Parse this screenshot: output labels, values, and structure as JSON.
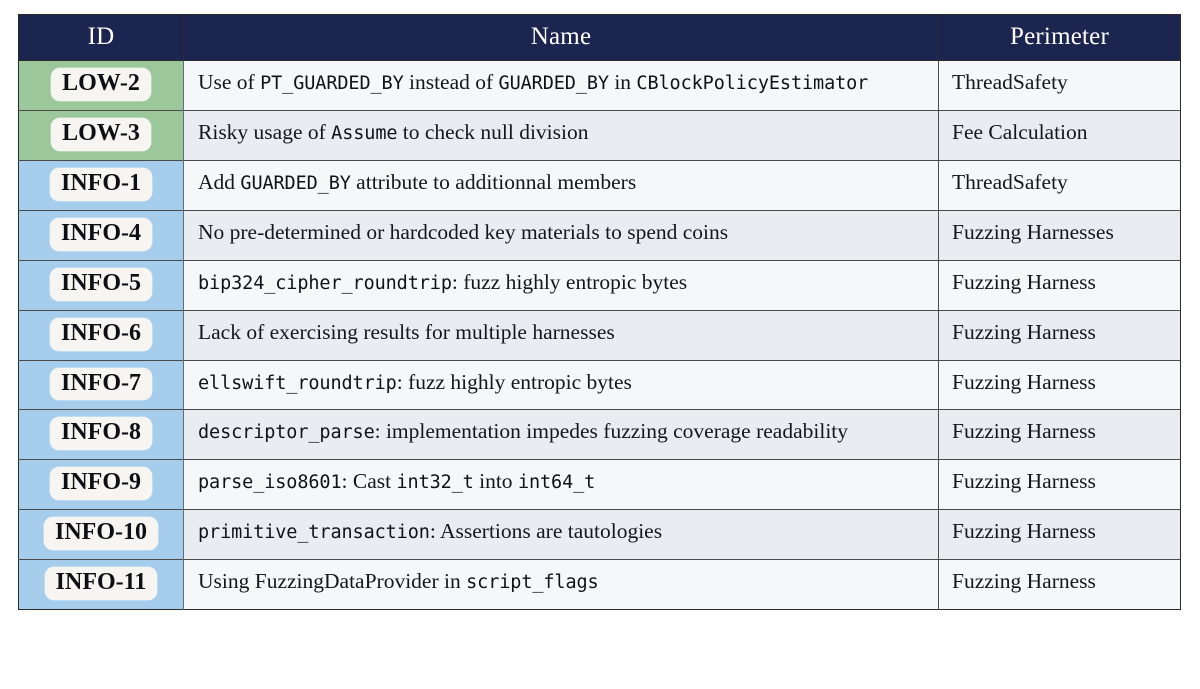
{
  "table": {
    "columns": [
      {
        "key": "id",
        "label": "ID",
        "align": "center"
      },
      {
        "key": "name",
        "label": "Name",
        "align": "center"
      },
      {
        "key": "perimeter",
        "label": "Perimeter",
        "align": "center"
      }
    ],
    "severity_colors": {
      "low": "#9bc79b",
      "info": "#a6cdec",
      "header_bg": "#1c2450",
      "header_fg": "#ffffff",
      "badge_bg": "#f6f5f1",
      "row_band_a": "#f6f7f8",
      "row_band_b": "#e9edf1"
    },
    "rows": [
      {
        "id": "LOW-2",
        "severity": "low",
        "name_plain": "Use of PT_GUARDED_BY instead of GUARDED_BY in CBlockPolicyEstimator",
        "name_parts": [
          {
            "text": "Use of ",
            "style": "serif"
          },
          {
            "text": "PT_GUARDED_BY",
            "style": "mono"
          },
          {
            "text": " instead of ",
            "style": "serif"
          },
          {
            "text": "GUARDED_BY",
            "style": "mono"
          },
          {
            "text": " in ",
            "style": "serif"
          },
          {
            "text": "CBlockPolicyEstimator",
            "style": "mono"
          }
        ],
        "perimeter": "ThreadSafety",
        "multiline": true
      },
      {
        "id": "LOW-3",
        "severity": "low",
        "name_plain": "Risky usage of Assume to check null division",
        "name_parts": [
          {
            "text": "Risky usage of ",
            "style": "serif"
          },
          {
            "text": "Assume",
            "style": "mono"
          },
          {
            "text": " to check null division",
            "style": "serif"
          }
        ],
        "perimeter": "Fee Calculation",
        "multiline": false
      },
      {
        "id": "INFO-1",
        "severity": "info",
        "name_plain": "Add GUARDED_BY attribute to additionnal members",
        "name_parts": [
          {
            "text": "Add ",
            "style": "serif"
          },
          {
            "text": "GUARDED_BY",
            "style": "mono"
          },
          {
            "text": " attribute to additionnal members",
            "style": "serif"
          }
        ],
        "perimeter": "ThreadSafety",
        "multiline": false
      },
      {
        "id": "INFO-4",
        "severity": "info",
        "name_plain": "No pre-determined or hardcoded key materials to spend coins",
        "name_parts": [
          {
            "text": "No pre-determined or hardcoded key materials to spend coins",
            "style": "serif"
          }
        ],
        "perimeter": "Fuzzing Harnesses",
        "multiline": true
      },
      {
        "id": "INFO-5",
        "severity": "info",
        "name_plain": "bip324_cipher_roundtrip: fuzz highly entropic bytes",
        "name_parts": [
          {
            "text": "bip324_cipher_roundtrip",
            "style": "mono"
          },
          {
            "text": ": fuzz highly entropic bytes",
            "style": "serif"
          }
        ],
        "perimeter": "Fuzzing Harness",
        "multiline": false
      },
      {
        "id": "INFO-6",
        "severity": "info",
        "name_plain": "Lack of exercising results for multiple harnesses",
        "name_parts": [
          {
            "text": "Lack of exercising results for multiple harnesses",
            "style": "serif"
          }
        ],
        "perimeter": "Fuzzing Harness",
        "multiline": false
      },
      {
        "id": "INFO-7",
        "severity": "info",
        "name_plain": "ellswift_roundtrip: fuzz highly entropic bytes",
        "name_parts": [
          {
            "text": "ellswift_roundtrip",
            "style": "mono"
          },
          {
            "text": ": fuzz highly entropic bytes",
            "style": "serif"
          }
        ],
        "perimeter": "Fuzzing Harness",
        "multiline": false
      },
      {
        "id": "INFO-8",
        "severity": "info",
        "name_plain": "descriptor_parse: implementation impedes fuzzing coverage readability",
        "name_parts": [
          {
            "text": "descriptor_parse",
            "style": "mono"
          },
          {
            "text": ": implementation impedes fuzzing coverage readability",
            "style": "serif"
          }
        ],
        "perimeter": "Fuzzing Harness",
        "multiline": true
      },
      {
        "id": "INFO-9",
        "severity": "info",
        "name_plain": "parse_iso8601: Cast int32_t into int64_t",
        "name_parts": [
          {
            "text": "parse_iso8601",
            "style": "mono"
          },
          {
            "text": ": Cast ",
            "style": "serif"
          },
          {
            "text": "int32_t",
            "style": "mono"
          },
          {
            "text": " into ",
            "style": "serif"
          },
          {
            "text": "int64_t",
            "style": "mono"
          }
        ],
        "perimeter": "Fuzzing Harness",
        "multiline": false
      },
      {
        "id": "INFO-10",
        "severity": "info",
        "name_plain": "primitive_transaction: Assertions are tautologies",
        "name_parts": [
          {
            "text": "primitive_transaction",
            "style": "mono"
          },
          {
            "text": ": Assertions are tautologies",
            "style": "serif"
          }
        ],
        "perimeter": "Fuzzing Harness",
        "multiline": false
      },
      {
        "id": "INFO-11",
        "severity": "info",
        "name_plain": "Using FuzzingDataProvider in script_flags",
        "name_parts": [
          {
            "text": "Using FuzzingDataProvider in ",
            "style": "serif"
          },
          {
            "text": "script_flags",
            "style": "mono"
          }
        ],
        "perimeter": "Fuzzing Harness",
        "multiline": false
      }
    ]
  }
}
